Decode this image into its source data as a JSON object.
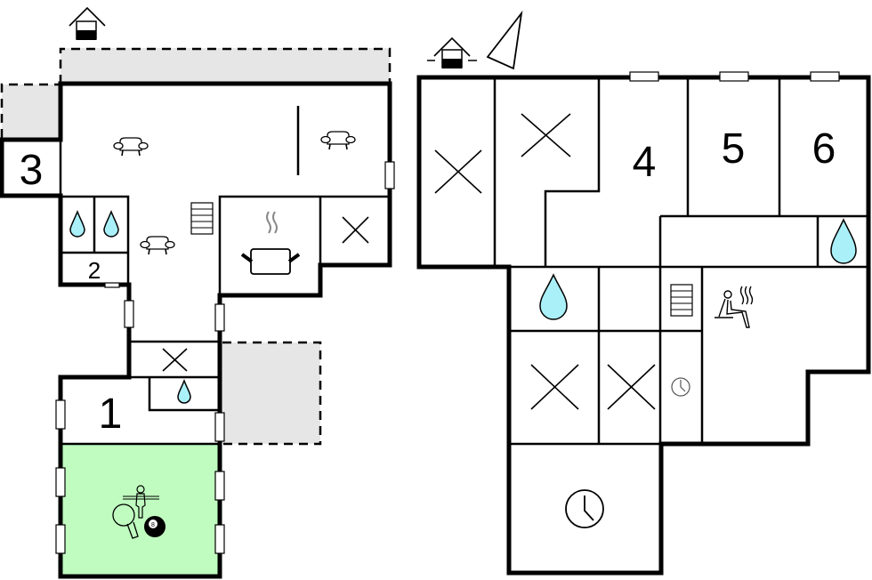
{
  "title": "Floor plan",
  "colors": {
    "wall": "#000000",
    "terrace": "#e6e6e6",
    "game_room": "#c0fcc0",
    "water": "#aaf0f8"
  },
  "buildings": [
    {
      "name": "left-building",
      "rooms": [
        {
          "id": "bedroom-3",
          "label": "3"
        },
        {
          "id": "bedroom-2",
          "label": "2"
        },
        {
          "id": "bedroom-1",
          "label": "1"
        },
        {
          "id": "living-room",
          "label": ""
        },
        {
          "id": "kitchen",
          "label": ""
        },
        {
          "id": "game-room",
          "label": ""
        }
      ],
      "icons": [
        "entrance-icon",
        "sofa-icon",
        "sofa-icon",
        "sofa-icon",
        "stairs-icon",
        "cooking-pot-icon",
        "shower-icon",
        "shower-icon",
        "shower-icon",
        "table-tennis-icon",
        "foosball-icon",
        "billiard-ball-icon"
      ]
    },
    {
      "name": "right-building",
      "rooms": [
        {
          "id": "bedroom-4",
          "label": "4"
        },
        {
          "id": "bedroom-5",
          "label": "5"
        },
        {
          "id": "bedroom-6",
          "label": "6"
        },
        {
          "id": "sauna",
          "label": ""
        }
      ],
      "icons": [
        "entrance-icon",
        "north-arrow-icon",
        "shower-icon",
        "shower-icon",
        "stairs-icon",
        "sauna-icon",
        "clock-icon",
        "clock-icon"
      ]
    }
  ],
  "billiard_ball_number": "8"
}
